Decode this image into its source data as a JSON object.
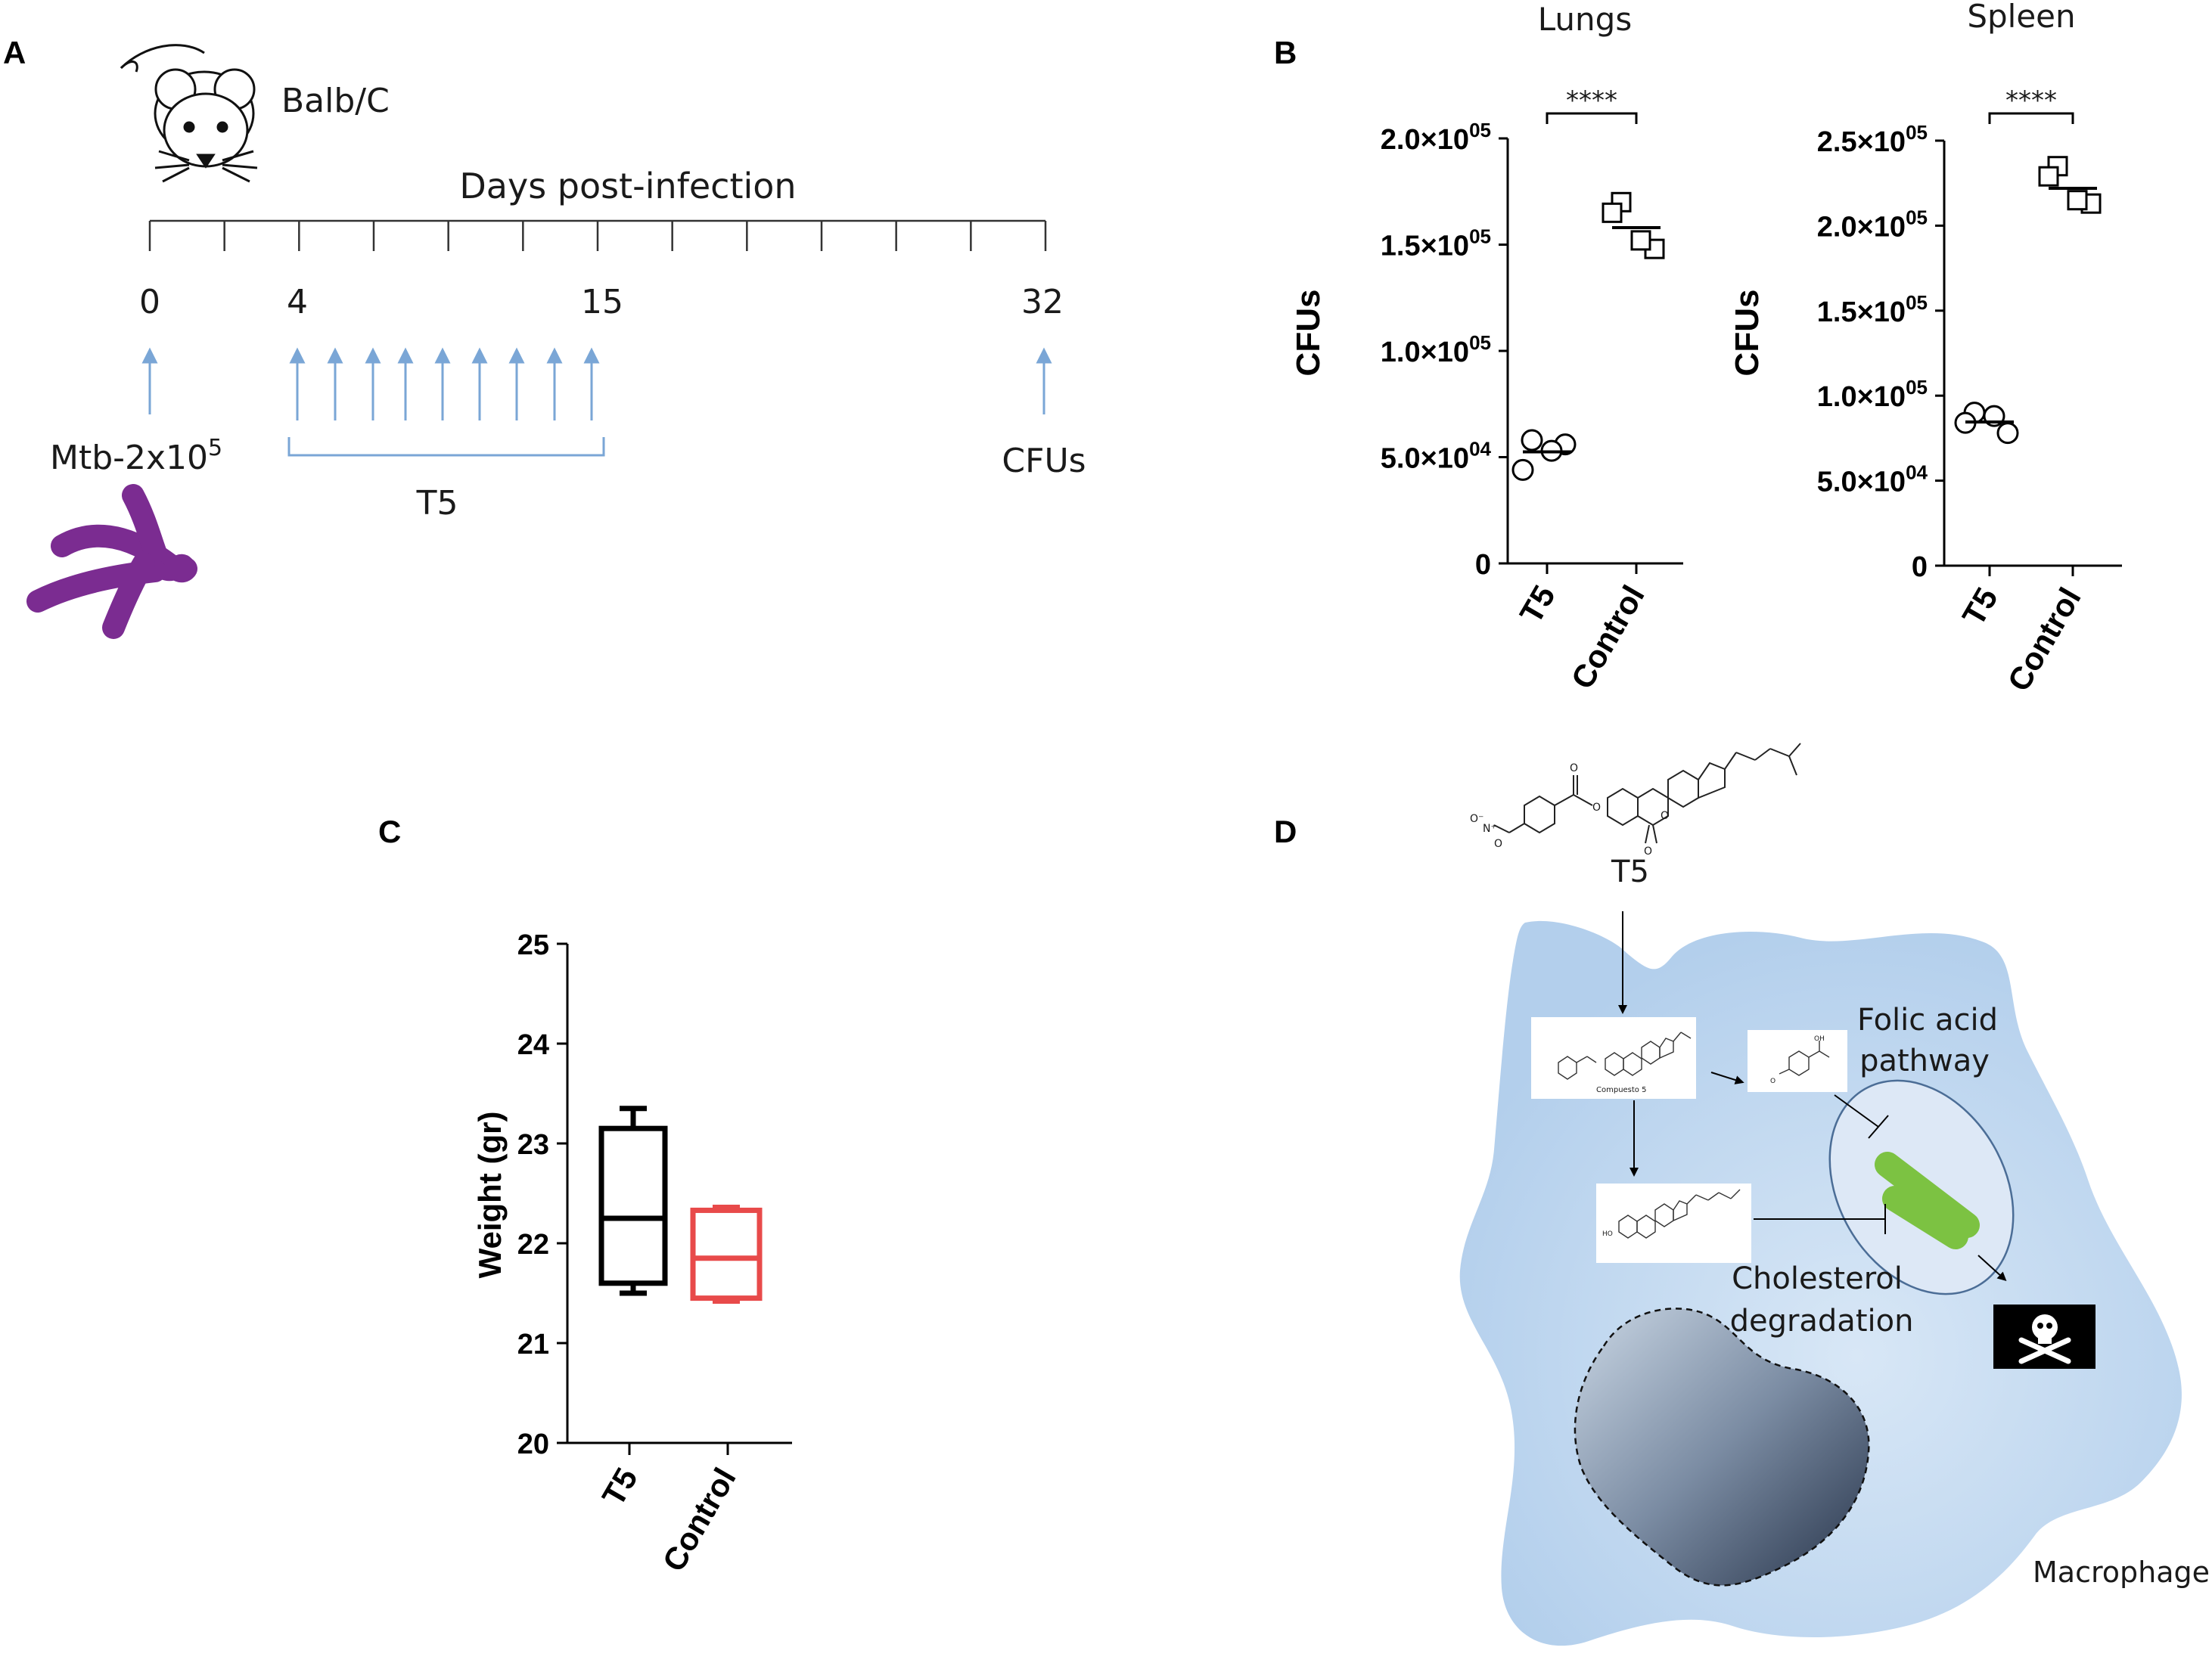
{
  "panel_labels": {
    "a": "A",
    "b": "B",
    "c": "C",
    "d": "D"
  },
  "panel_a": {
    "mouse_strain": "Balb/C",
    "timeline_title": "Days post-infection",
    "day_labels": [
      "0",
      "4",
      "15",
      "32"
    ],
    "infection_label": "Mtb-2x10",
    "infection_exponent": "5",
    "treatment_label": "T5",
    "endpoint_label": "CFUs",
    "bacteria_color": "#7b2c91"
  },
  "chart_data": [
    {
      "type": "scatter",
      "title": "Lungs",
      "ylabel": "CFUs",
      "categories": [
        "T5",
        "Control"
      ],
      "ylim": [
        0,
        200000
      ],
      "yticks": [
        {
          "value": 0,
          "mantissa": "0",
          "exp": ""
        },
        {
          "value": 50000,
          "mantissa": "5.0×10",
          "exp": "04"
        },
        {
          "value": 100000,
          "mantissa": "1.0×10",
          "exp": "05"
        },
        {
          "value": 150000,
          "mantissa": "1.5×10",
          "exp": "05"
        },
        {
          "value": 200000,
          "mantissa": "2.0×10",
          "exp": "05"
        }
      ],
      "series": [
        {
          "category": "T5",
          "marker": "circle",
          "values": [
            58000,
            44000,
            56000,
            53000
          ],
          "mean": 52500
        },
        {
          "category": "Control",
          "marker": "square",
          "values": [
            170000,
            165000,
            148000,
            152000
          ],
          "mean": 158000
        }
      ],
      "significance": "****"
    },
    {
      "type": "scatter",
      "title": "Spleen",
      "ylabel": "CFUs",
      "categories": [
        "T5",
        "Control"
      ],
      "ylim": [
        0,
        250000
      ],
      "yticks": [
        {
          "value": 0,
          "mantissa": "0",
          "exp": ""
        },
        {
          "value": 50000,
          "mantissa": "5.0×10",
          "exp": "04"
        },
        {
          "value": 100000,
          "mantissa": "1.0×10",
          "exp": "05"
        },
        {
          "value": 150000,
          "mantissa": "1.5×10",
          "exp": "05"
        },
        {
          "value": 200000,
          "mantissa": "2.0×10",
          "exp": "05"
        },
        {
          "value": 250000,
          "mantissa": "2.5×10",
          "exp": "05"
        }
      ],
      "series": [
        {
          "category": "T5",
          "marker": "circle",
          "values": [
            90000,
            84000,
            78000,
            88000
          ],
          "mean": 84500
        },
        {
          "category": "Control",
          "marker": "square",
          "values": [
            235000,
            229000,
            213000,
            215000
          ],
          "mean": 222000
        }
      ],
      "significance": "****"
    },
    {
      "type": "box",
      "ylabel": "Weight (gr)",
      "categories": [
        "T5",
        "Control"
      ],
      "ylim": [
        20,
        25
      ],
      "yticks": [
        20,
        21,
        22,
        23,
        24,
        25
      ],
      "series": [
        {
          "category": "T5",
          "min": 21.5,
          "q1": 21.6,
          "median": 22.25,
          "q3": 23.15,
          "max": 23.35,
          "color": "#000000"
        },
        {
          "category": "Control",
          "min": 21.42,
          "q1": 21.45,
          "median": 21.85,
          "q3": 22.33,
          "max": 22.36,
          "color": "#e84a4a"
        }
      ]
    }
  ],
  "panel_d": {
    "compound": "T5",
    "compound_name": "Compuesto 5",
    "folic_label": [
      "Folic acid",
      "pathway"
    ],
    "cholesterol_label": [
      "Cholesterol",
      "degradation"
    ],
    "cell_label": "Macrophage",
    "cell_color": "#b6d2ee",
    "vacuole_color": "#dde8f6",
    "bacteria_color": "#7cc242",
    "nucleus_color": "#5a6a80",
    "death_icon": "skull-crossbones-icon",
    "chem_atoms": {
      "o_minus": "O⁻",
      "n_plus": "N⁺",
      "o": "O",
      "ho": "HO",
      "oh": "OH"
    }
  }
}
